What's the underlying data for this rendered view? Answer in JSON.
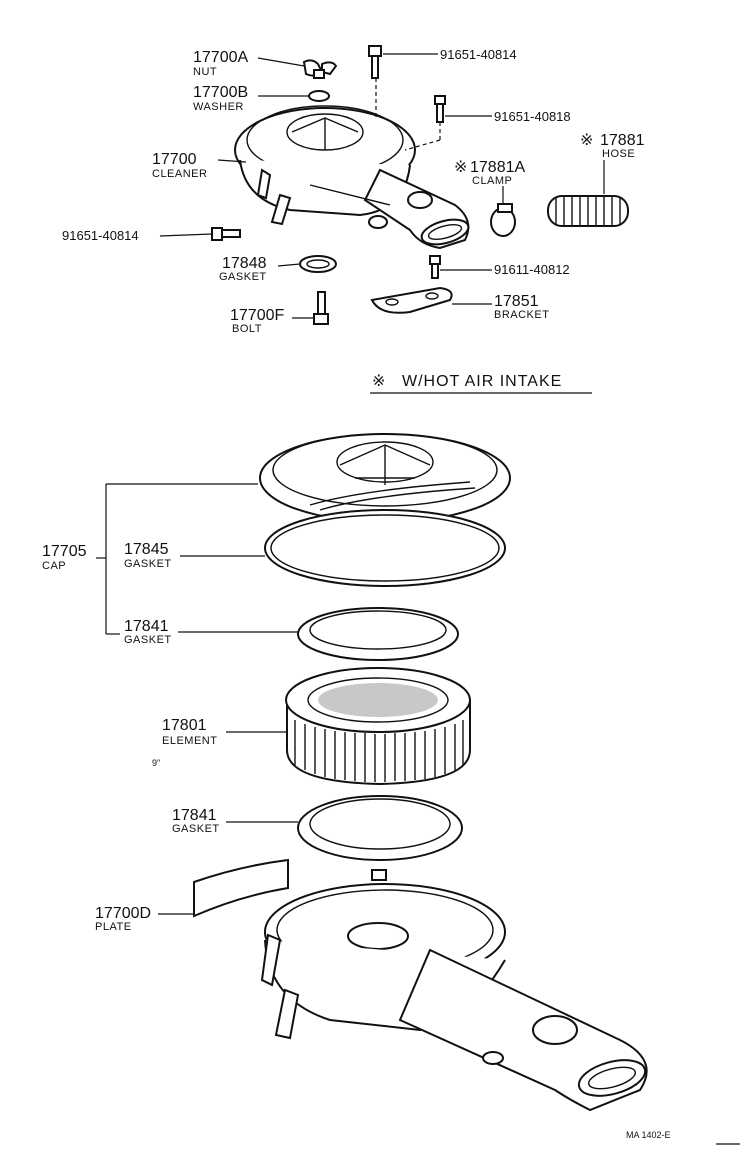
{
  "note": {
    "symbol": "※",
    "text": "W/HOT AIR INTAKE"
  },
  "drawing_code": "MA 1402-E",
  "stray_mark": "9\"",
  "top_parts": {
    "nut": {
      "number": "17700A",
      "name": "NUT"
    },
    "washer": {
      "number": "17700B",
      "name": "WASHER"
    },
    "cleaner": {
      "number": "17700",
      "name": "CLEANER"
    },
    "bolt_left": {
      "number": "91651-40814"
    },
    "gasket_17848": {
      "number": "17848",
      "name": "GASKET"
    },
    "bolt_17700F": {
      "number": "17700F",
      "name": "BOLT"
    },
    "bolt_top": {
      "number": "91651-40814"
    },
    "bolt_91651_40818": {
      "number": "91651-40818"
    },
    "hose": {
      "mark": "※",
      "number": "17881",
      "name": "HOSE"
    },
    "clamp": {
      "mark": "※",
      "number": "17881A",
      "name": "CLAMP"
    },
    "bolt_91611": {
      "number": "91611-40812"
    },
    "bracket": {
      "number": "17851",
      "name": "BRACKET"
    }
  },
  "lower_parts": {
    "cap": {
      "number": "17705",
      "name": "CAP"
    },
    "gasket_17845": {
      "number": "17845",
      "name": "GASKET"
    },
    "gasket_17841_upper": {
      "number": "17841",
      "name": "GASKET"
    },
    "element": {
      "number": "17801",
      "name": "ELEMENT"
    },
    "gasket_17841_lower": {
      "number": "17841",
      "name": "GASKET"
    },
    "plate": {
      "number": "17700D",
      "name": "PLATE"
    }
  }
}
